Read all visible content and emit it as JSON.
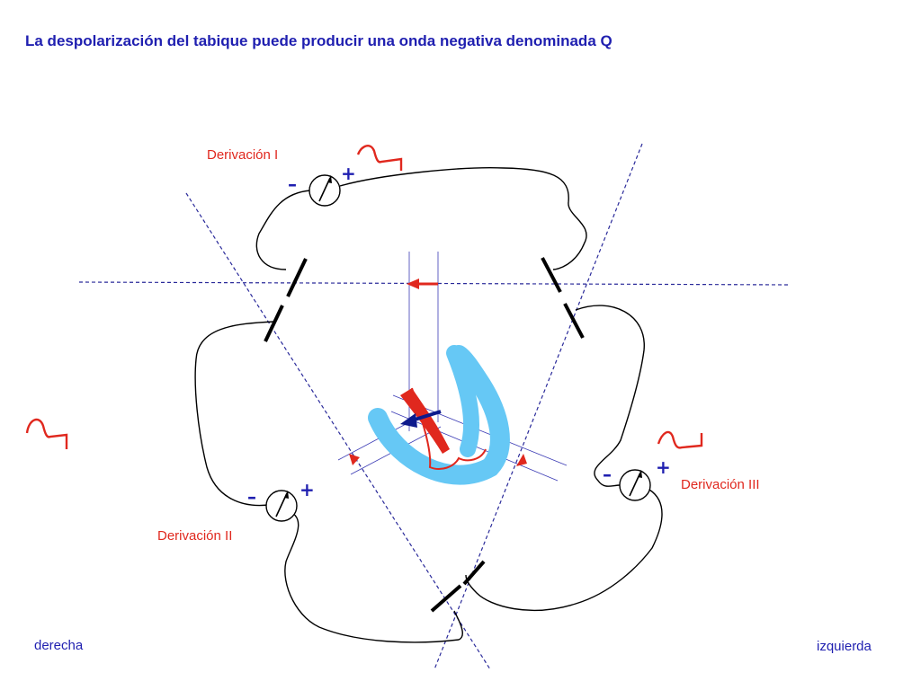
{
  "title": "La despolarización del tabique puede producir una onda negativa denominada Q",
  "leads": {
    "lead_i": {
      "label": "Derivación I",
      "minus": "–",
      "plus": "+"
    },
    "lead_ii": {
      "label": "Derivación II",
      "minus": "–",
      "plus": "+"
    },
    "lead_iii": {
      "label": "Derivación III",
      "minus": "–",
      "plus": "+"
    }
  },
  "sides": {
    "right": "derecha",
    "left": "izquierda"
  },
  "colors": {
    "title": "#1f1fb0",
    "labels": "#e0281e",
    "axis": "#2a2a9a",
    "wire": "#000000",
    "heart": "#66c8f5",
    "septum": "#e0281e",
    "vector": "#0d1a8c"
  },
  "icons": [
    "galvanometer-icon",
    "q-wave-icon",
    "depolarization-arrow-icon"
  ]
}
